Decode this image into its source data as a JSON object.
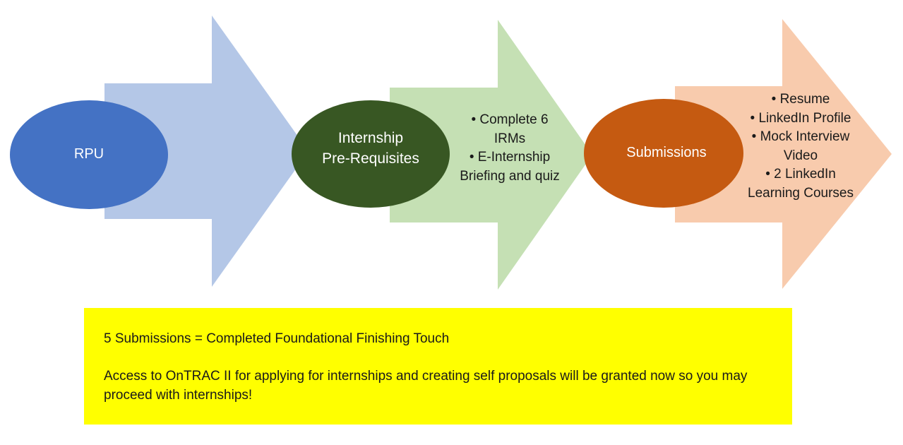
{
  "colors": {
    "arrow1": "#b4c7e7",
    "arrow2": "#c5e0b4",
    "arrow3": "#f8cbad",
    "ellipse1": "#4472c4",
    "ellipse2": "#385723",
    "ellipse3": "#c55a11",
    "note_bg": "#ffff00"
  },
  "stages": [
    {
      "label_lines": [
        "RPU"
      ]
    },
    {
      "label_lines": [
        "Internship",
        "Pre-Requisites"
      ]
    },
    {
      "label_lines": [
        "Submissions"
      ]
    }
  ],
  "arrow_texts": {
    "prerequisites": [
      "• Complete 6",
      "IRMs",
      "• E-Internship",
      "Briefing and quiz"
    ],
    "submissions": [
      "• Resume",
      "• LinkedIn Profile",
      "• Mock Interview",
      "Video",
      "• 2 LinkedIn",
      "Learning Courses"
    ]
  },
  "note": {
    "line1": "5 Submissions = Completed Foundational Finishing Touch",
    "line2": "Access to OnTRAC II for applying for internships and creating self proposals will be granted now so you may proceed with internships!"
  }
}
